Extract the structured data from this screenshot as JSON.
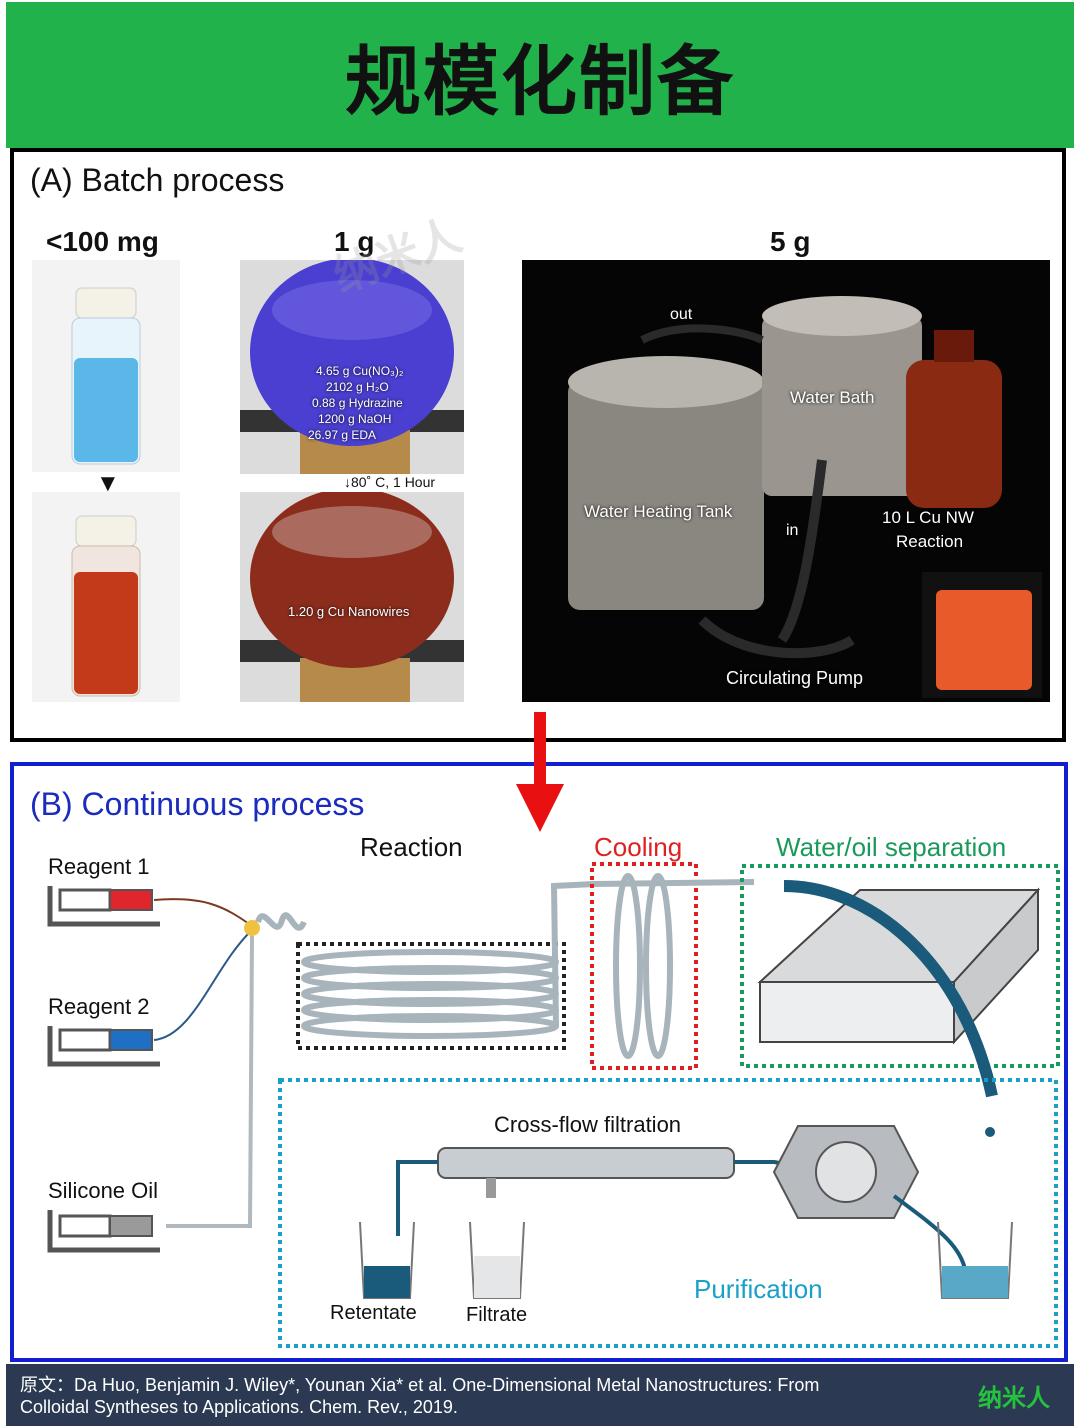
{
  "header": {
    "title": "规模化制备"
  },
  "watermark": "纳米人",
  "panel_a": {
    "title": "(A) Batch process",
    "scales": [
      "<100 mg",
      "1 g",
      "5 g"
    ],
    "flask_top_text": [
      "4.65 g Cu(NO₃)₂",
      "2102 g H₂O",
      "0.88 g Hydrazine",
      "1200 g NaOH",
      "26.97 g EDA"
    ],
    "flask_condition": "↓80˚ C, 1 Hour",
    "flask_bottom_text": "1.20 g Cu Nanowires",
    "photo_labels": {
      "out": "out",
      "in": "in",
      "water_bath": "Water Bath",
      "heating_tank": "Water Heating Tank",
      "reaction_1": "10 L Cu NW",
      "reaction_2": "Reaction",
      "pump": "Circulating Pump"
    }
  },
  "panel_b": {
    "title": "(B) Continuous process",
    "reagents": [
      "Reagent 1",
      "Reagent 2",
      "Silicone Oil"
    ],
    "stages": {
      "reaction": "Reaction",
      "cooling": "Cooling",
      "separation": "Water/oil separation",
      "purification": "Purification"
    },
    "filtration": "Cross-flow filtration",
    "retentate": "Retentate",
    "filtrate": "Filtrate",
    "colors": {
      "reagent1": "#e0262c",
      "reagent2": "#1f6fc4",
      "oil": "#9a9a9a",
      "cooling": "#e02020",
      "separation": "#1a9a5a",
      "purification": "#1aa0c8",
      "droplet": "#1a5a7a"
    }
  },
  "footer": {
    "citation_line1": "原文：Da Huo, Benjamin J. Wiley*, Younan Xia* et al. One-Dimensional Metal Nanostructures: From",
    "citation_line2": "Colloidal Syntheses to Applications. Chem. Rev., 2019.",
    "brand": "纳米人"
  }
}
